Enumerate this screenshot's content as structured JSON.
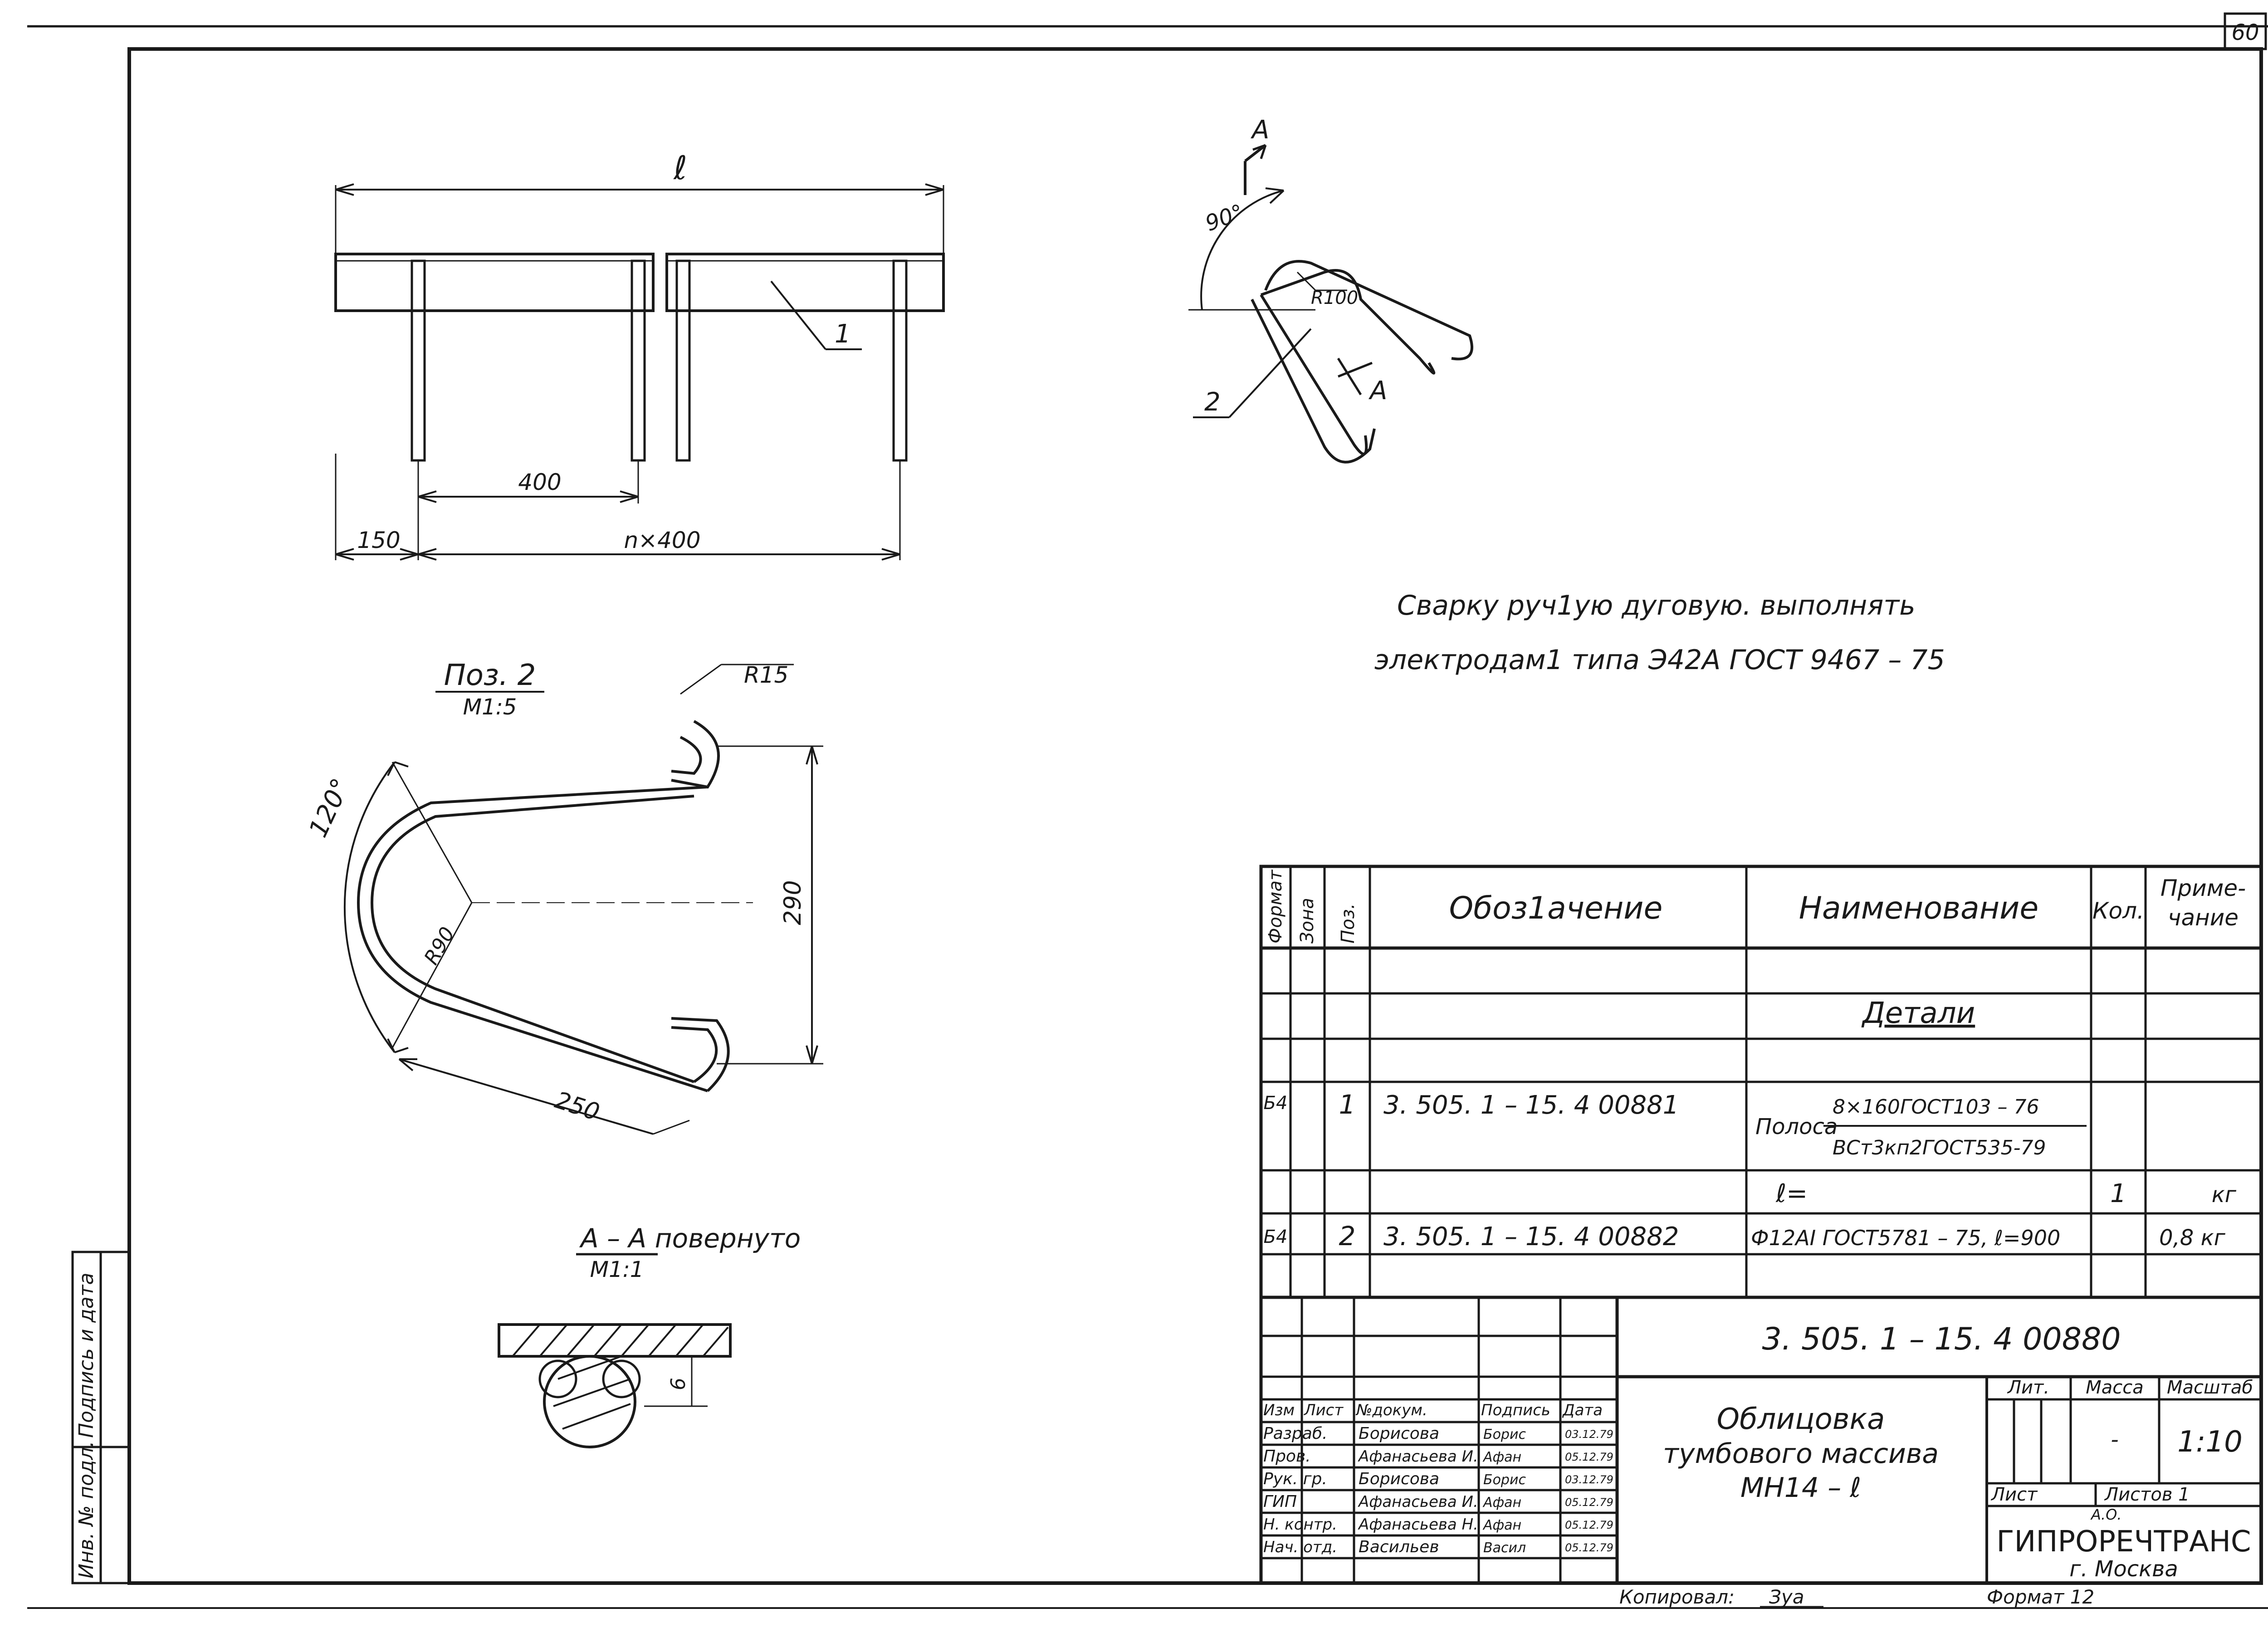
{
  "sheet_number": "60",
  "views": {
    "plan": {
      "dim_length": "ℓ",
      "dim_pitch": "400",
      "dim_edge": "150",
      "dim_n": "n×400",
      "callout": "1"
    },
    "section_top": {
      "cut_letter_top": "A",
      "cut_letter_side": "A",
      "angle": "90°",
      "radius": "R100",
      "callout": "2"
    },
    "pos2": {
      "title": "Поз. 2",
      "scale": "М1:5",
      "radius_tip": "R15",
      "angle": "120°",
      "radius_bend": "R90",
      "height": "290",
      "leg": "250"
    },
    "section_aa": {
      "title": "А – А повернуто",
      "scale": "М1:1",
      "weld_size": "6"
    }
  },
  "notes": {
    "line1": "Сварку  руч1ую  дуговую. выполнять",
    "line2": "электродам1  типа  Э42А ГОСТ 9467 – 75"
  },
  "spec_table": {
    "headers": {
      "format": "Формат",
      "zone": "Зона",
      "pos": "Поз.",
      "designation": "Обоз1ачение",
      "name": "Наименование",
      "qty": "Кол.",
      "note_a": "Приме-",
      "note_b": "чание"
    },
    "section_title": "Детали",
    "rows": [
      {
        "format": "Б4",
        "pos": "1",
        "designation": "3. 505. 1 – 15. 4   00881",
        "name_prefix": "Полоса",
        "name_top": "8×160ГОСТ103 – 76",
        "name_bottom": "ВСт3кп2ГОСТ535-79",
        "length": "ℓ=",
        "qty": "1",
        "note": "кг"
      },
      {
        "format": "Б4",
        "pos": "2",
        "designation": "3. 505. 1 – 15. 4   00882",
        "name": "Ф12АI ГОСТ5781 – 75, ℓ=900",
        "note": "0,8 кг"
      }
    ]
  },
  "title_block": {
    "doc_code": "3. 505. 1 – 15. 4   00880",
    "title_line1": "Облицовка",
    "title_line2": "тумбового массива",
    "title_line3": "МН14 – ℓ",
    "col_headers": {
      "izm": "Изм",
      "list": "Лист",
      "ndoc": "№докум.",
      "sign": "Подпись",
      "date": "Дата"
    },
    "people": [
      {
        "role": "Разраб.",
        "name": "Борисова",
        "sign": "Борис",
        "date": "03.12.79"
      },
      {
        "role": "Пров.",
        "name": "Афанасьева И.",
        "sign": "Афан",
        "date": "05.12.79"
      },
      {
        "role": "Рук. гр.",
        "name": "Борисова",
        "sign": "Борис",
        "date": "03.12.79"
      },
      {
        "role": "ГИП",
        "name": "Афанасьева И.",
        "sign": "Афан",
        "date": "05.12.79"
      },
      {
        "role": "Н. контр.",
        "name": "Афанасьева Н.",
        "sign": "Афан",
        "date": "05.12.79"
      },
      {
        "role": "Нач. отд.",
        "name": "Васильев",
        "sign": "Васил",
        "date": "05.12.79"
      }
    ],
    "lit_label": "Лит.",
    "mass_label": "Масса",
    "scale_label": "Масштаб",
    "mass_value": "-",
    "scale_value": "1:10",
    "sheet_label": "Лист",
    "sheets_label": "Листов 1",
    "org_prefix": "А.О.",
    "org_name": "ГИПРОРЕЧТРАНС",
    "org_city": "г. Москва"
  },
  "footer": {
    "copied": "Копировал:",
    "copied_sign": "Зуа",
    "format": "Формат 12"
  },
  "side_stamp": {
    "inv": "Инв. № подл.",
    "sign_date": "Подпись и дата"
  }
}
